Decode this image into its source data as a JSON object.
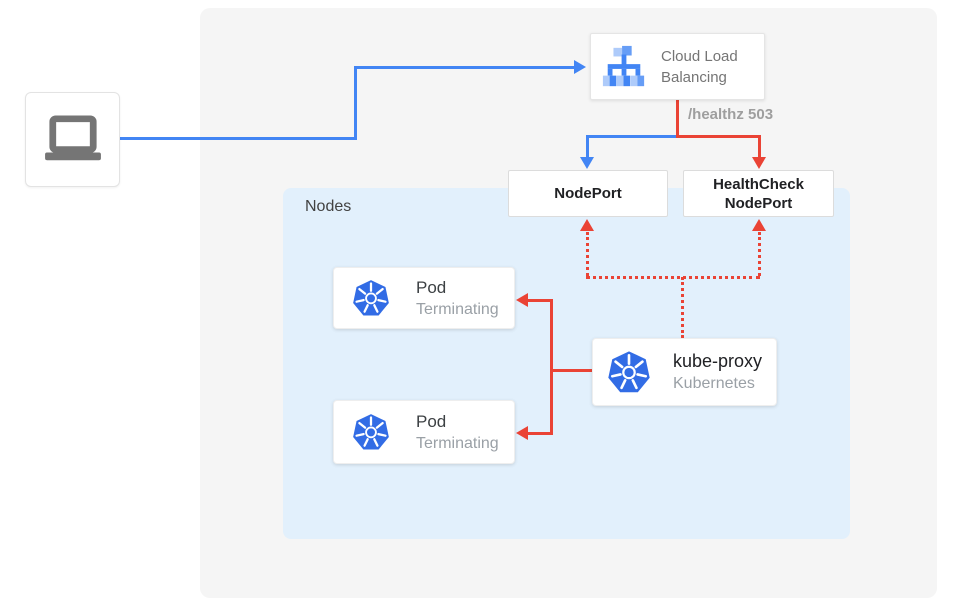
{
  "colors": {
    "blue": "#4285f4",
    "red": "#ea4335",
    "canvas-bg": "#f5f5f5",
    "nodes-bg": "#e2f0fc",
    "box-border": "#e0e0e0",
    "text-dark": "#212121",
    "text-gray": "#757575",
    "text-muted": "#9e9e9e",
    "k8s-blue": "#326ce5",
    "icon-gray": "#757575"
  },
  "client": {
    "icon": "laptop-icon"
  },
  "clb": {
    "label": "Cloud Load Balancing",
    "icon": "cloud-load-balancing-icon"
  },
  "healthz": {
    "label": "/healthz 503"
  },
  "nodeport": {
    "label": "NodePort"
  },
  "healthcheck_nodeport": {
    "label": "HealthCheck NodePort"
  },
  "nodes_group": {
    "label": "Nodes"
  },
  "pods": [
    {
      "title": "Pod",
      "subtitle": "Terminating",
      "icon": "kubernetes-icon"
    },
    {
      "title": "Pod",
      "subtitle": "Terminating",
      "icon": "kubernetes-icon"
    }
  ],
  "kube_proxy": {
    "title": "kube-proxy",
    "subtitle": "Kubernetes",
    "icon": "kubernetes-icon"
  }
}
